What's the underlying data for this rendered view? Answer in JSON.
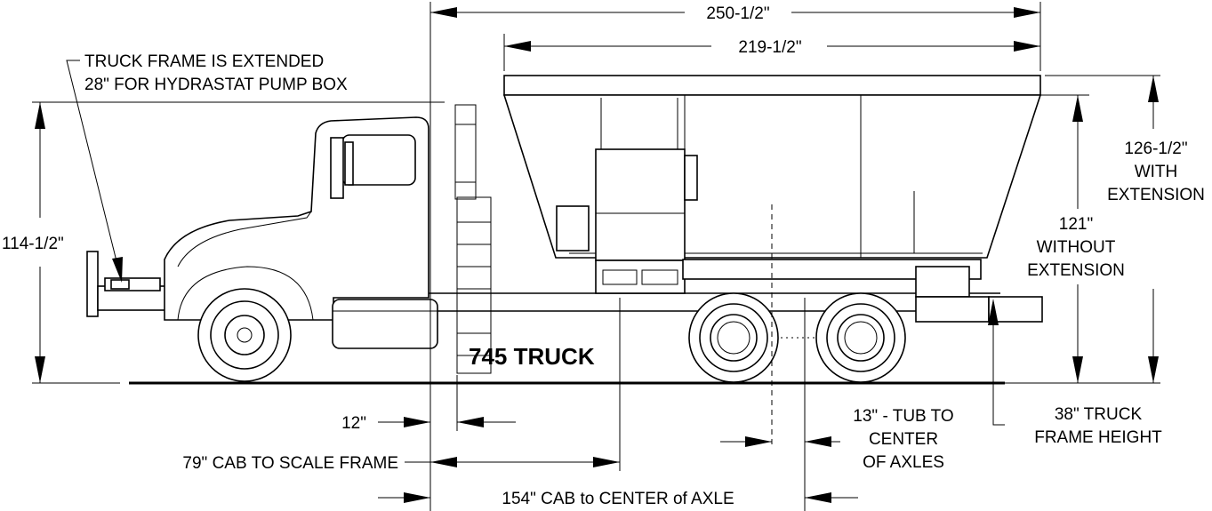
{
  "labels": {
    "overall_length": "250-1/2\"",
    "tub_length": "219-1/2\"",
    "frame_note_line1": "TRUCK FRAME IS EXTENDED",
    "frame_note_line2": "28\" FOR HYDRASTAT PUMP BOX",
    "cab_height": "114-1/2\"",
    "with_ext_line1": "126-1/2\"",
    "with_ext_line2": "WITH",
    "with_ext_line3": "EXTENSION",
    "without_ext_line1": "121\"",
    "without_ext_line2": "WITHOUT",
    "without_ext_line3": "EXTENSION",
    "model": "745 TRUCK",
    "ladder_offset": "12\"",
    "cab_to_scale": "79\" CAB TO SCALE FRAME",
    "cab_to_axle": "154\" CAB to CENTER of AXLE",
    "tub_to_axles_line1": "13\" - TUB TO",
    "tub_to_axles_line2": "CENTER",
    "tub_to_axles_line3": "OF AXLES",
    "frame_height_line1": "38\" TRUCK",
    "frame_height_line2": "FRAME HEIGHT"
  }
}
